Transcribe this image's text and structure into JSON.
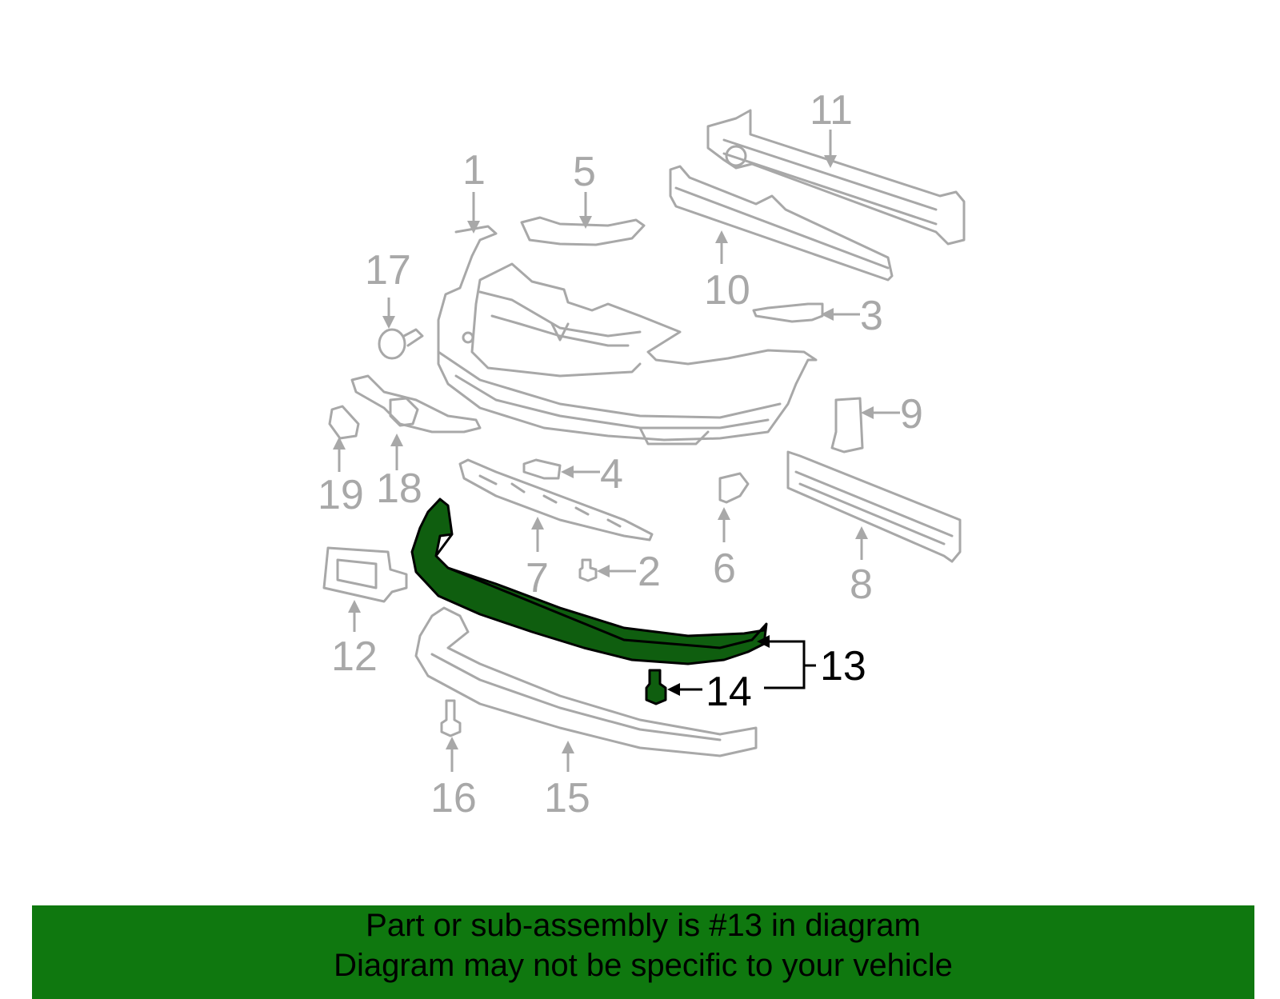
{
  "diagram": {
    "callouts": [
      {
        "id": "1",
        "label": "1"
      },
      {
        "id": "2",
        "label": "2"
      },
      {
        "id": "3",
        "label": "3"
      },
      {
        "id": "4",
        "label": "4"
      },
      {
        "id": "5",
        "label": "5"
      },
      {
        "id": "6",
        "label": "6"
      },
      {
        "id": "7",
        "label": "7"
      },
      {
        "id": "8",
        "label": "8"
      },
      {
        "id": "9",
        "label": "9"
      },
      {
        "id": "10",
        "label": "10"
      },
      {
        "id": "11",
        "label": "11"
      },
      {
        "id": "12",
        "label": "12"
      },
      {
        "id": "13",
        "label": "13",
        "highlighted": true
      },
      {
        "id": "14",
        "label": "14",
        "highlighted": true
      },
      {
        "id": "15",
        "label": "15"
      },
      {
        "id": "16",
        "label": "16"
      },
      {
        "id": "17",
        "label": "17"
      },
      {
        "id": "18",
        "label": "18"
      },
      {
        "id": "19",
        "label": "19"
      }
    ],
    "highlight_color": "#0f5e0f",
    "part_color": "#a8a8a8"
  },
  "banner": {
    "line1": "Part or sub-assembly is #13 in diagram",
    "line2": "Diagram may not be specific to your vehicle",
    "background": "#0f780f"
  }
}
